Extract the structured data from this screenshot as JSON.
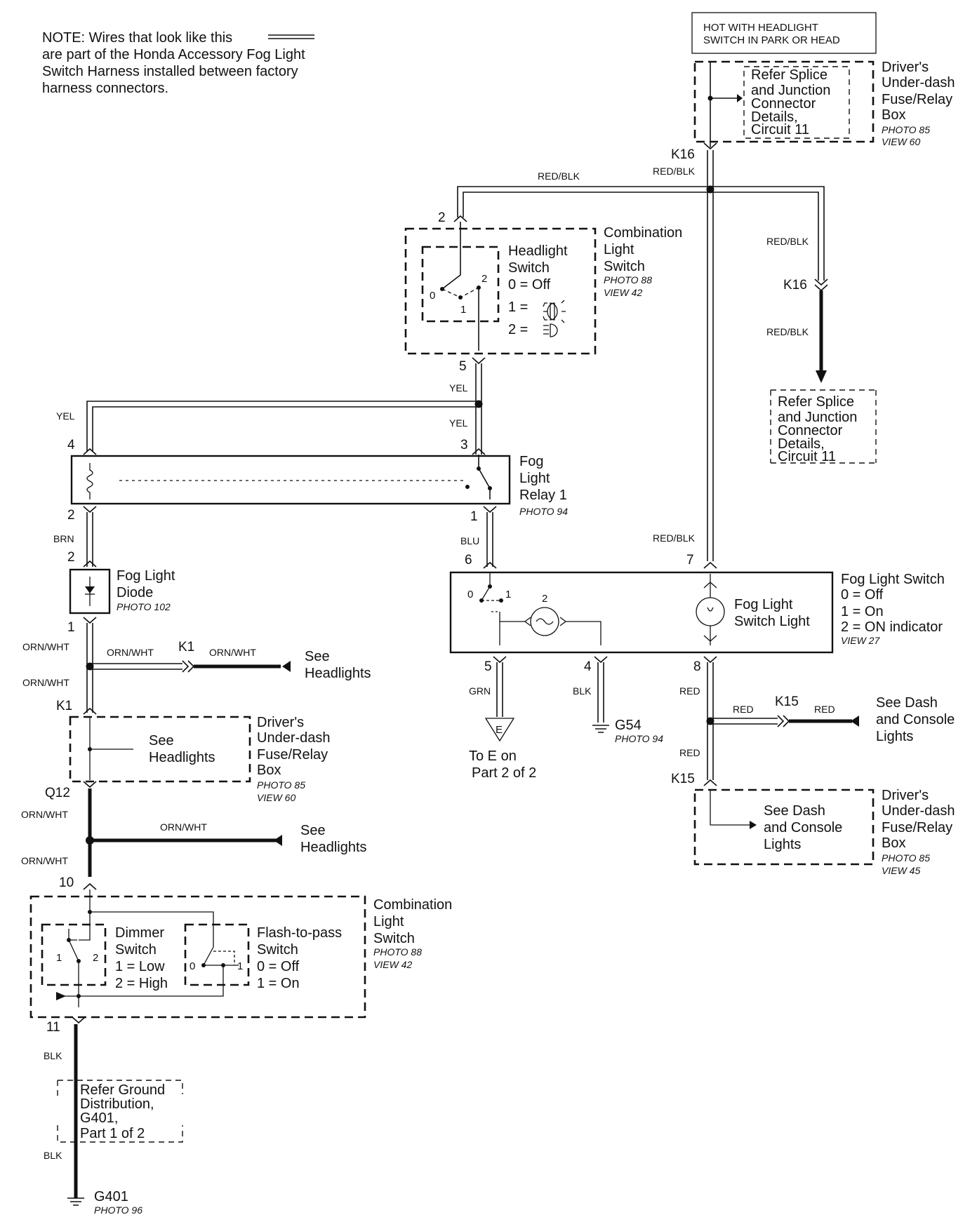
{
  "note": {
    "line1": "NOTE: Wires that look like this",
    "line2": "are part of the Honda Accessory Fog Light",
    "line3": "Switch Harness installed between factory",
    "line4": "harness connectors."
  },
  "hot_box": {
    "line1": "HOT WITH HEADLIGHT",
    "line2": "SWITCH IN PARK OR HEAD"
  },
  "fuse_box_top": {
    "ref": [
      "Refer Splice",
      "and Junction",
      "Connector",
      "Details,",
      "Circuit 11"
    ],
    "label": [
      "Driver's",
      "Under-dash",
      "Fuse/Relay",
      "Box"
    ],
    "photo": "PHOTO 85",
    "view": "VIEW 60"
  },
  "connectors": {
    "k16_top": "K16",
    "k16_right": "K16",
    "k1": "K1",
    "k1_left": "K1",
    "q12": "Q12",
    "k15": "K15",
    "k15_bottom": "K15"
  },
  "wires": {
    "red_blk": "RED/BLK",
    "yel": "YEL",
    "brn": "BRN",
    "blu": "BLU",
    "orn_wht": "ORN/WHT",
    "grn": "GRN",
    "blk": "BLK",
    "red": "RED"
  },
  "pins": {
    "cls_2": "2",
    "cls_5": "5",
    "relay_4": "4",
    "relay_3": "3",
    "relay_2": "2",
    "relay_1": "1",
    "diode_2": "2",
    "diode_1": "1",
    "fls_6": "6",
    "fls_7": "7",
    "fls_5": "5",
    "fls_4": "4",
    "fls_8": "8",
    "dim_10": "10",
    "dim_11": "11"
  },
  "combo_switch": {
    "label": [
      "Combination",
      "Light",
      "Switch"
    ],
    "photo": "PHOTO 88",
    "view": "VIEW 42",
    "headlight": [
      "Headlight",
      "Switch",
      "0 = Off",
      "1 =",
      "2 ="
    ],
    "pos": [
      "0",
      "1",
      "2"
    ]
  },
  "right_ref": [
    "Refer Splice",
    "and Junction",
    "Connector",
    "Details,",
    "Circuit 11"
  ],
  "fog_relay": {
    "label": [
      "Fog",
      "Light",
      "Relay 1"
    ],
    "photo": "PHOTO 94"
  },
  "fog_diode": {
    "label": [
      "Fog Light",
      "Diode"
    ],
    "photo": "PHOTO 102"
  },
  "fog_switch": {
    "label": [
      "Fog Light Switch",
      "0 = Off",
      "1 = On",
      "2 = ON indicator"
    ],
    "view": "VIEW 27",
    "light": [
      "Fog Light",
      "Switch Light"
    ],
    "pos": [
      "0",
      "1",
      "2"
    ]
  },
  "see_headlights": [
    "See",
    "Headlights"
  ],
  "see_dash": [
    "See Dash",
    "and Console",
    "Lights"
  ],
  "fuse_box_left": {
    "inner": [
      "See",
      "Headlights"
    ],
    "label": [
      "Driver's",
      "Under-dash",
      "Fuse/Relay",
      "Box"
    ],
    "photo": "PHOTO 85",
    "view": "VIEW 60"
  },
  "fuse_box_right": {
    "inner": [
      "See Dash",
      "and Console",
      "Lights"
    ],
    "label": [
      "Driver's",
      "Under-dash",
      "Fuse/Relay",
      "Box"
    ],
    "photo": "PHOTO 85",
    "view": "VIEW 45"
  },
  "ground_e": {
    "letter": "E",
    "text": [
      "To E on",
      "Part 2 of 2"
    ]
  },
  "g54": {
    "name": "G54",
    "photo": "PHOTO 94"
  },
  "combo_bottom": {
    "label": [
      "Combination",
      "Light",
      "Switch"
    ],
    "photo": "PHOTO 88",
    "view": "VIEW 42",
    "dimmer": [
      "Dimmer",
      "Switch",
      "1 = Low",
      "2 = High"
    ],
    "flash": [
      "Flash-to-pass",
      "Switch",
      "0 = Off",
      "1 = On"
    ],
    "dim_pos": [
      "1",
      "2"
    ],
    "flash_pos": [
      "0",
      "1"
    ]
  },
  "ground_ref": [
    "Refer Ground",
    "Distribution,",
    "G401,",
    "Part 1 of 2"
  ],
  "g401": {
    "name": "G401",
    "photo": "PHOTO 96"
  }
}
